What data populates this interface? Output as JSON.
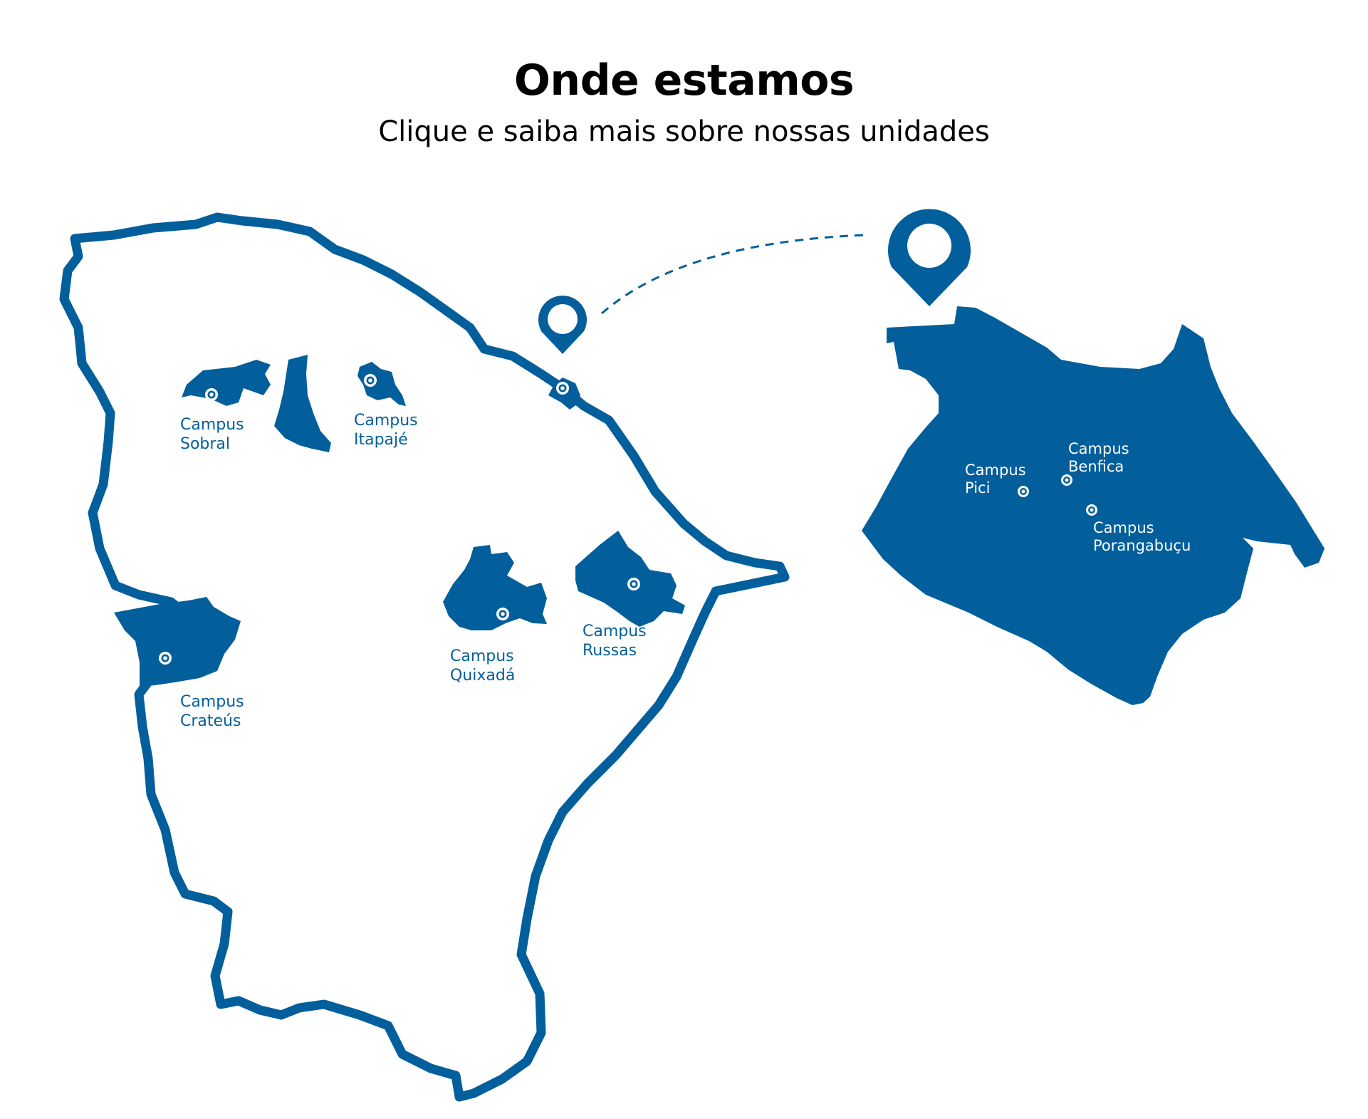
{
  "header": {
    "title": "Onde estamos",
    "subtitle": "Clique e saiba mais sobre nossas unidades"
  },
  "colors": {
    "brand": "#035f9c",
    "background": "#ffffff",
    "marker_inner": "#ffffff"
  },
  "state_campuses": [
    {
      "id": "sobral",
      "line1": "Campus",
      "line2": "Sobral"
    },
    {
      "id": "itapaje",
      "line1": "Campus",
      "line2": "Itapajé"
    },
    {
      "id": "crateus",
      "line1": "Campus",
      "line2": "Crateús"
    },
    {
      "id": "quixada",
      "line1": "Campus",
      "line2": "Quixadá"
    },
    {
      "id": "russas",
      "line1": "Campus",
      "line2": "Russas"
    }
  ],
  "city_campuses": [
    {
      "id": "pici",
      "line1": "Campus",
      "line2": "Pici"
    },
    {
      "id": "benfica",
      "line1": "Campus",
      "line2": "Benfica"
    },
    {
      "id": "porangabucu",
      "line1": "Campus",
      "line2": "Porangabuçu"
    }
  ],
  "icons": [
    "location-pin-icon",
    "campus-dot-icon"
  ]
}
